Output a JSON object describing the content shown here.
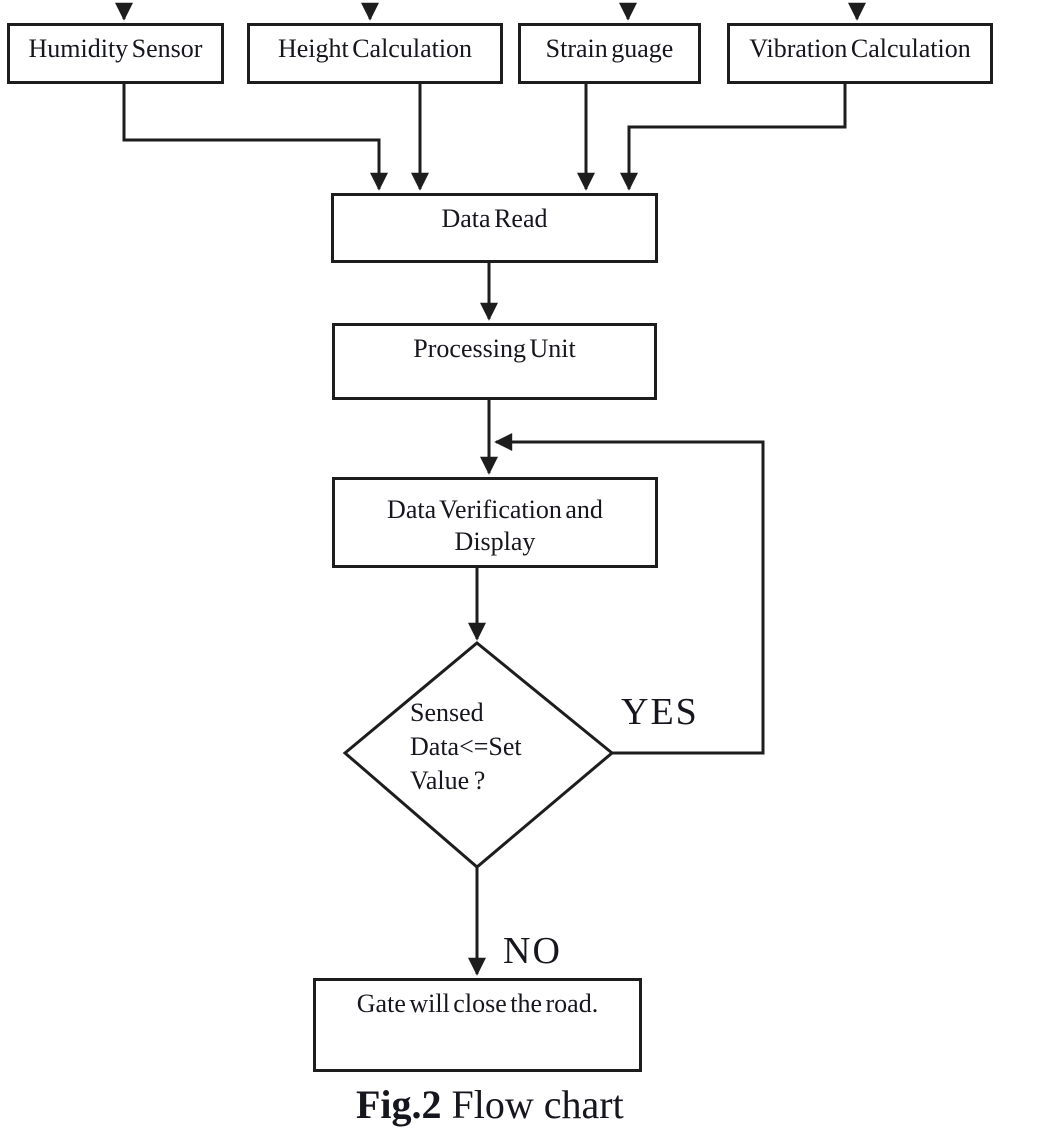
{
  "colors": {
    "line": "#1d1d1d",
    "text": "#16161e",
    "background": "#ffffff"
  },
  "nodes": {
    "humidity_sensor": {
      "label": "Humidity Sensor"
    },
    "height_calculation": {
      "label": "Height Calculation"
    },
    "strain_gauge": {
      "label": "Strain guage"
    },
    "vibration_calculation": {
      "label": "Vibration Calculation"
    },
    "data_read": {
      "label": "Data Read"
    },
    "processing_unit": {
      "label": "Processing Unit"
    },
    "data_verification": {
      "line1": "Data Verification and",
      "line2": "Display"
    },
    "decision": {
      "line1": "Sensed",
      "line2": "Data<=Set",
      "line3": "Value ?"
    },
    "gate_close": {
      "label": "Gate will close the road."
    }
  },
  "edge_labels": {
    "yes": "YES",
    "no": "NO"
  },
  "caption": {
    "bold": "Fig.2",
    "rest": " Flow chart"
  }
}
